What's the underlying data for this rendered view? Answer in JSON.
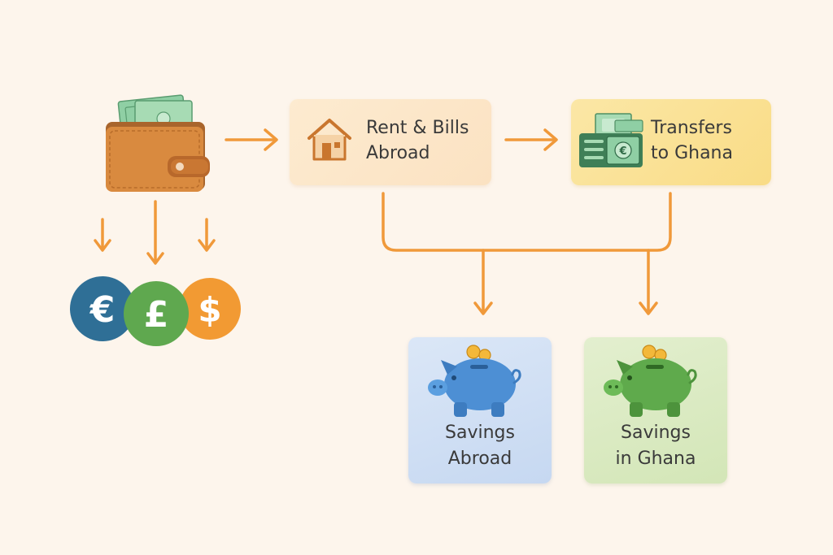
{
  "nodes": {
    "rent": {
      "line1": "Rent & Bills",
      "line2": "Abroad"
    },
    "transfers": {
      "line1": "Transfers",
      "line2": "to Ghana"
    },
    "savings_abroad": {
      "line1": "Savings",
      "line2": "Abroad"
    },
    "savings_ghana": {
      "line1": "Savings",
      "line2": "in Ghana"
    }
  },
  "currencies": [
    {
      "symbol": "€",
      "color": "#2f6f96"
    },
    {
      "symbol": "£",
      "color": "#5fa84f"
    },
    {
      "symbol": "$",
      "color": "#f29a33"
    }
  ],
  "colors": {
    "arrow": "#f0993a",
    "background": "#fdf5ec"
  },
  "icons": [
    "wallet-icon",
    "house-icon",
    "money-transfer-icon",
    "piggy-bank-icon"
  ]
}
